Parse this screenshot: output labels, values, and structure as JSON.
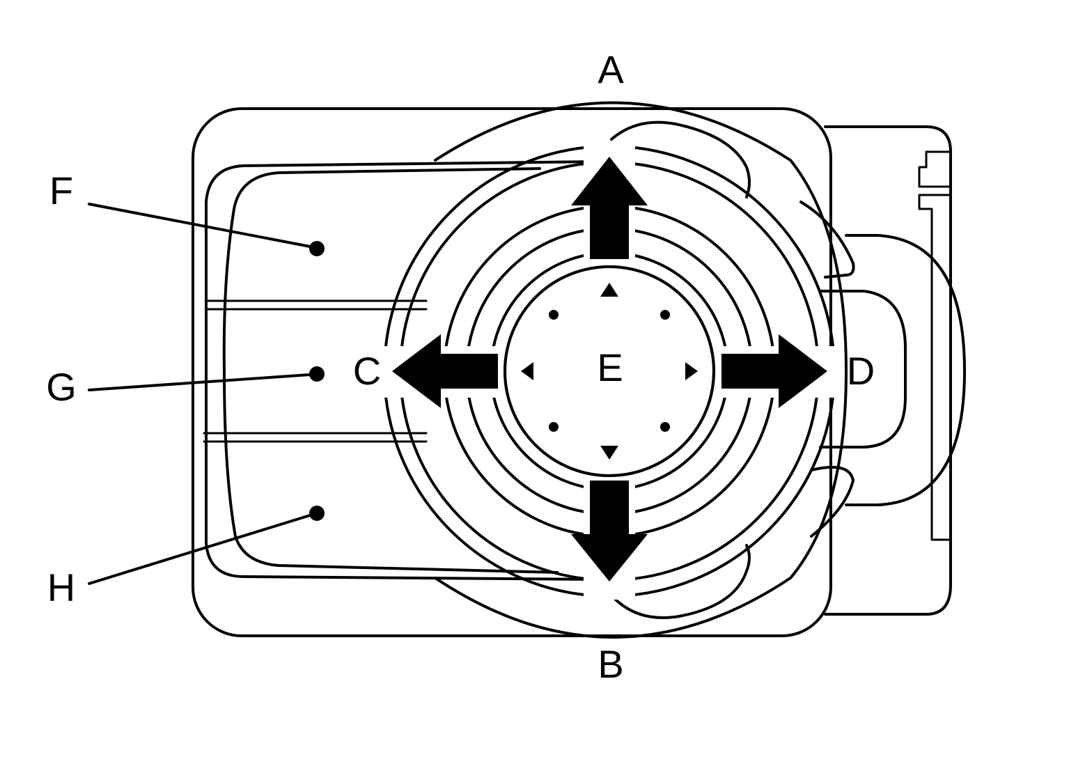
{
  "labels": {
    "a": "A",
    "b": "B",
    "c": "C",
    "d": "D",
    "e": "E",
    "f": "F",
    "g": "G",
    "h": "H"
  },
  "colors": {
    "ink": "#000000",
    "paper": "#ffffff"
  },
  "icons": {
    "up": "arrow-up-icon",
    "down": "arrow-down-icon",
    "left": "arrow-left-icon",
    "right": "arrow-right-icon"
  }
}
